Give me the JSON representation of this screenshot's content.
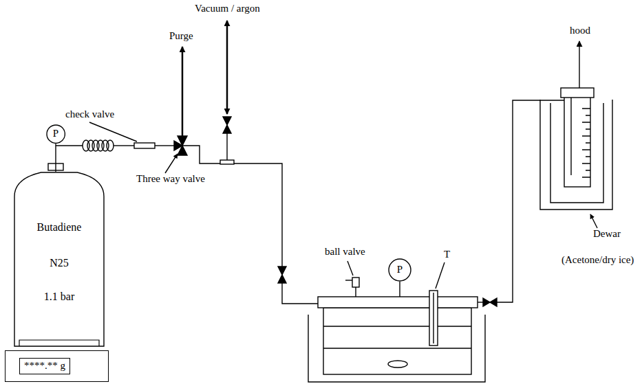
{
  "diagram": {
    "nodes": [
      {
        "text": [
          "Butadiene",
          "N25",
          "1.1 bar"
        ]
      },
      {
        "text": [
          "****.** g"
        ]
      },
      {
        "text": [
          "P"
        ]
      },
      {
        "text": [
          "P"
        ]
      }
    ],
    "edges": [
      {
        "from": 2,
        "to": 0,
        "arrow": "none"
      }
    ],
    "labels": [
      "Vacuum / argon",
      "Purge",
      "check valve",
      "Three way valve",
      "ball valve",
      "T",
      "hood",
      "Dewar",
      "(Acetone/dry ice)"
    ]
  }
}
